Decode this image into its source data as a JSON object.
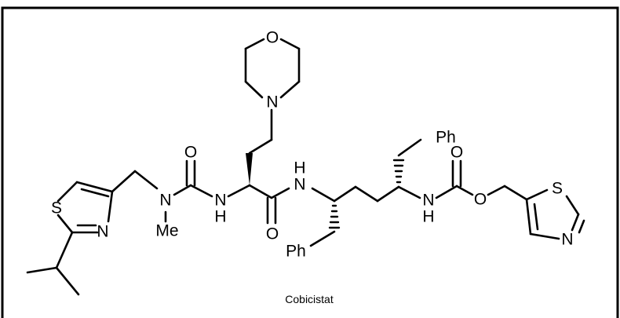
{
  "figure": {
    "caption": "Cobicistat",
    "border_color": "#000000",
    "background_color": "#ffffff"
  },
  "atoms": {
    "O_morpholine": "O",
    "N_morpholine": "N",
    "O_urea": "O",
    "N_methyl": "N",
    "Me": "Me",
    "NH_urea_N": "N",
    "NH_urea_H": "H",
    "O_amide": "O",
    "NH_amide_N": "N",
    "NH_amide_H": "H",
    "Ph_top": "Ph",
    "Ph_bottom": "Ph",
    "NH_carbamate_N": "N",
    "NH_carbamate_H": "H",
    "O_carbamate_carbonyl": "O",
    "O_carbamate_ester": "O",
    "S_thiazole_left": "S",
    "N_thiazole_left": "N",
    "S_thiazole_right": "S",
    "N_thiazole_right": "N"
  }
}
